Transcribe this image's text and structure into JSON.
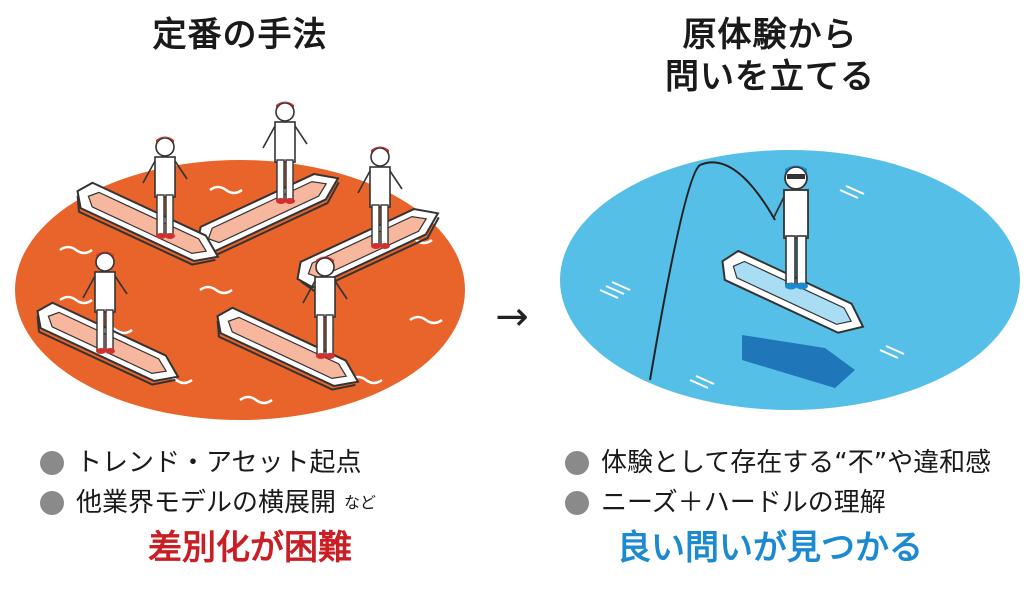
{
  "left": {
    "title_line1": "定番の手法",
    "bullets": [
      {
        "text": "トレンド・アセット起点",
        "note": ""
      },
      {
        "text": "他業界モデルの横展開",
        "note": "など"
      }
    ],
    "conclusion": "差別化が困難"
  },
  "right": {
    "title_line1": "原体験から",
    "title_line2": "問いを立てる",
    "bullets": [
      {
        "text": "体験として存在する“不”や違和感",
        "note": ""
      },
      {
        "text": "ニーズ＋ハードルの理解",
        "note": ""
      }
    ],
    "conclusion": "良い問いが見つかる"
  },
  "arrow_glyph": "→",
  "colors": {
    "left_sea": "#e8642a",
    "right_sea": "#56bfe8",
    "left_conclusion": "#c81e24",
    "right_conclusion": "#1b8ad0",
    "bullet_dot": "#8a8a8a"
  }
}
